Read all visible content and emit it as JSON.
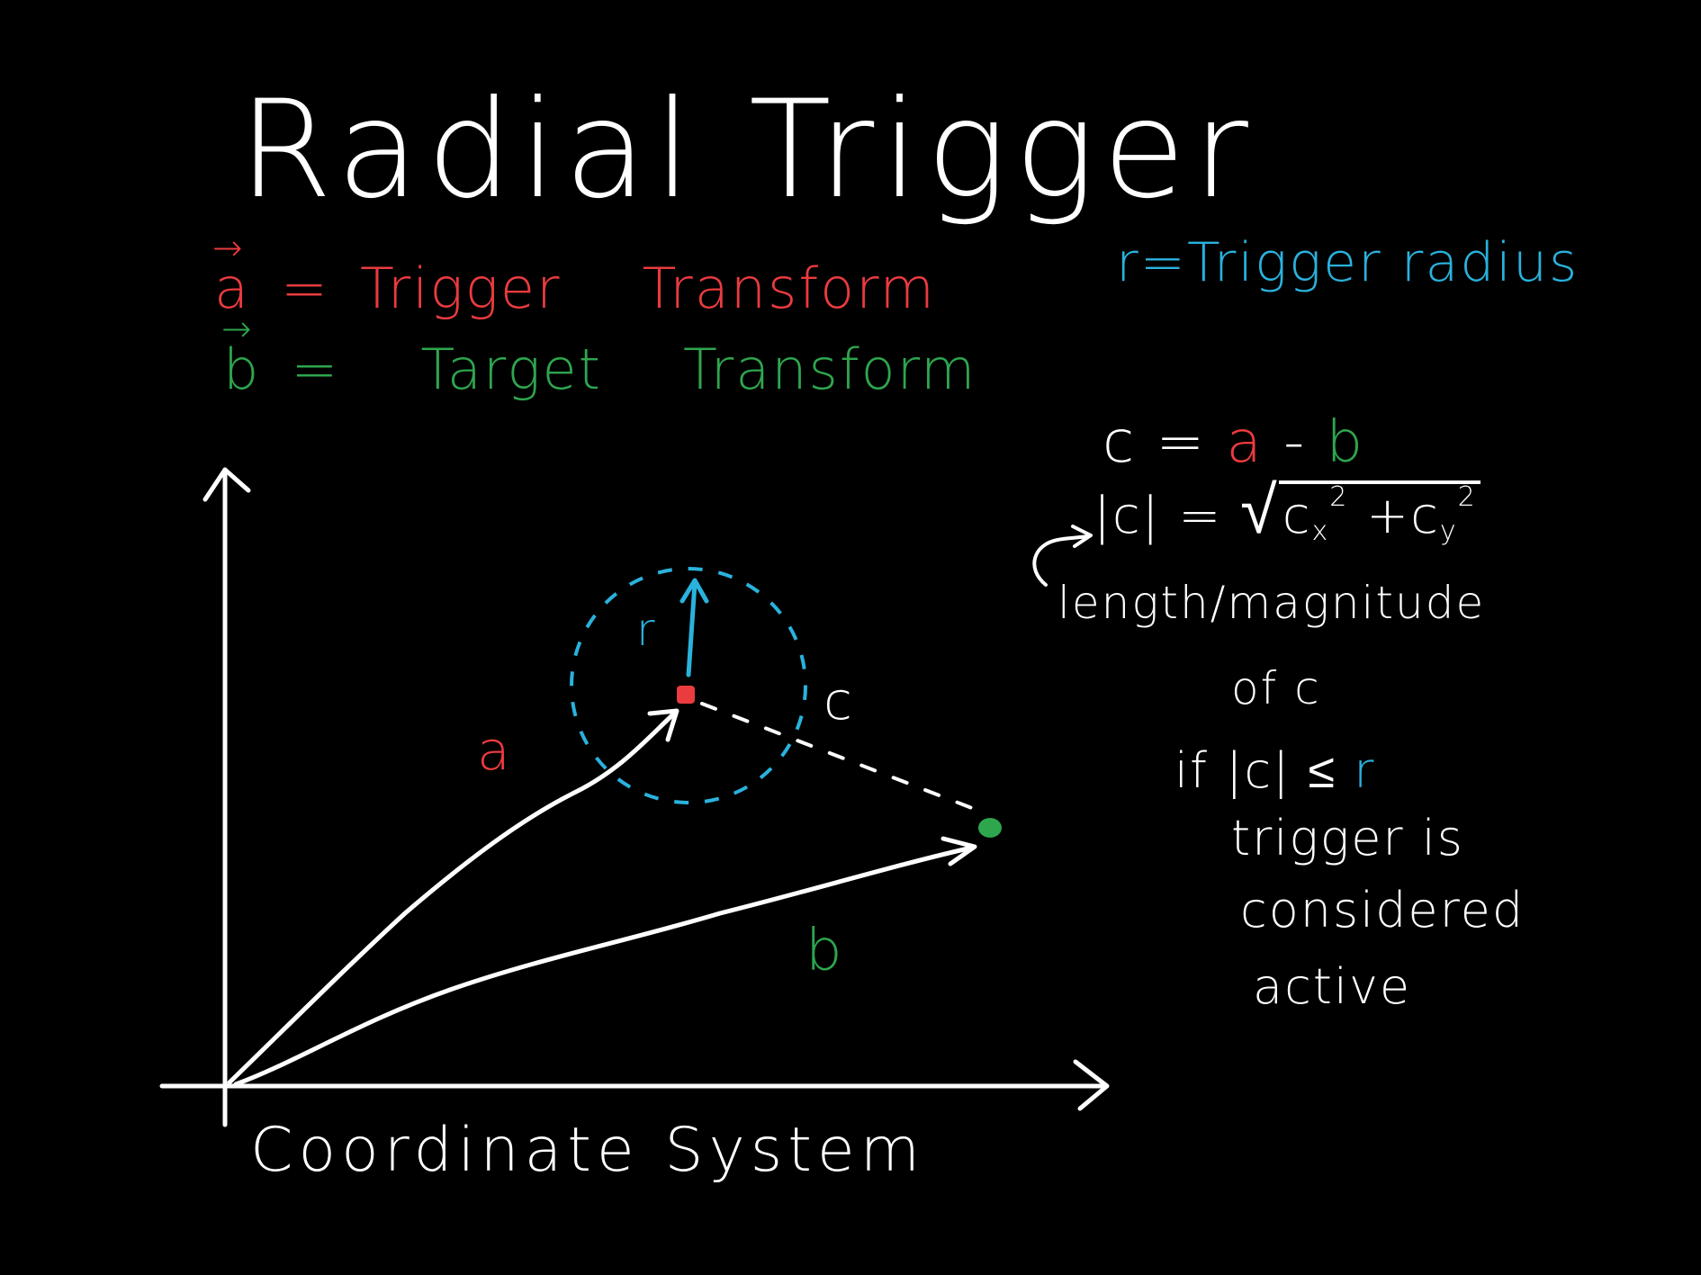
{
  "colors": {
    "background": "#000000",
    "ink": "#ffffff",
    "trigger_red": "#ea3b3f",
    "target_green": "#2ea64e",
    "radius_blue": "#2ab2dd"
  },
  "title": "Radial Trigger",
  "definitions": {
    "a_symbol": "a",
    "a_equals": "=",
    "a_text_1": "Trigger",
    "a_text_2": "Transform",
    "b_symbol": "b",
    "b_equals": "=",
    "b_text_1": "Target",
    "b_text_2": "Transform",
    "r_symbol": "r",
    "r_equals": "=",
    "r_text": "Trigger radius"
  },
  "equations": {
    "c_lhs": "c =",
    "c_a": "a",
    "c_minus": "-",
    "c_b": "b",
    "mag_lhs": "|c| =",
    "mag_cx": "c",
    "mag_x_sub": "x",
    "mag_exp1": "2",
    "mag_plus": "+",
    "mag_cy": "c",
    "mag_y_sub": "y",
    "mag_exp2": "2"
  },
  "notes": {
    "line1": "length/magnitude",
    "line2": "of c",
    "line3_prefix": "if |c| ≤",
    "line3_r": "r",
    "line4": "trigger is",
    "line5": "considered",
    "line6": "active"
  },
  "diagram": {
    "label_a": "a",
    "label_b": "b",
    "label_c": "c",
    "label_r": "r",
    "axis_label": "Coordinate System"
  }
}
